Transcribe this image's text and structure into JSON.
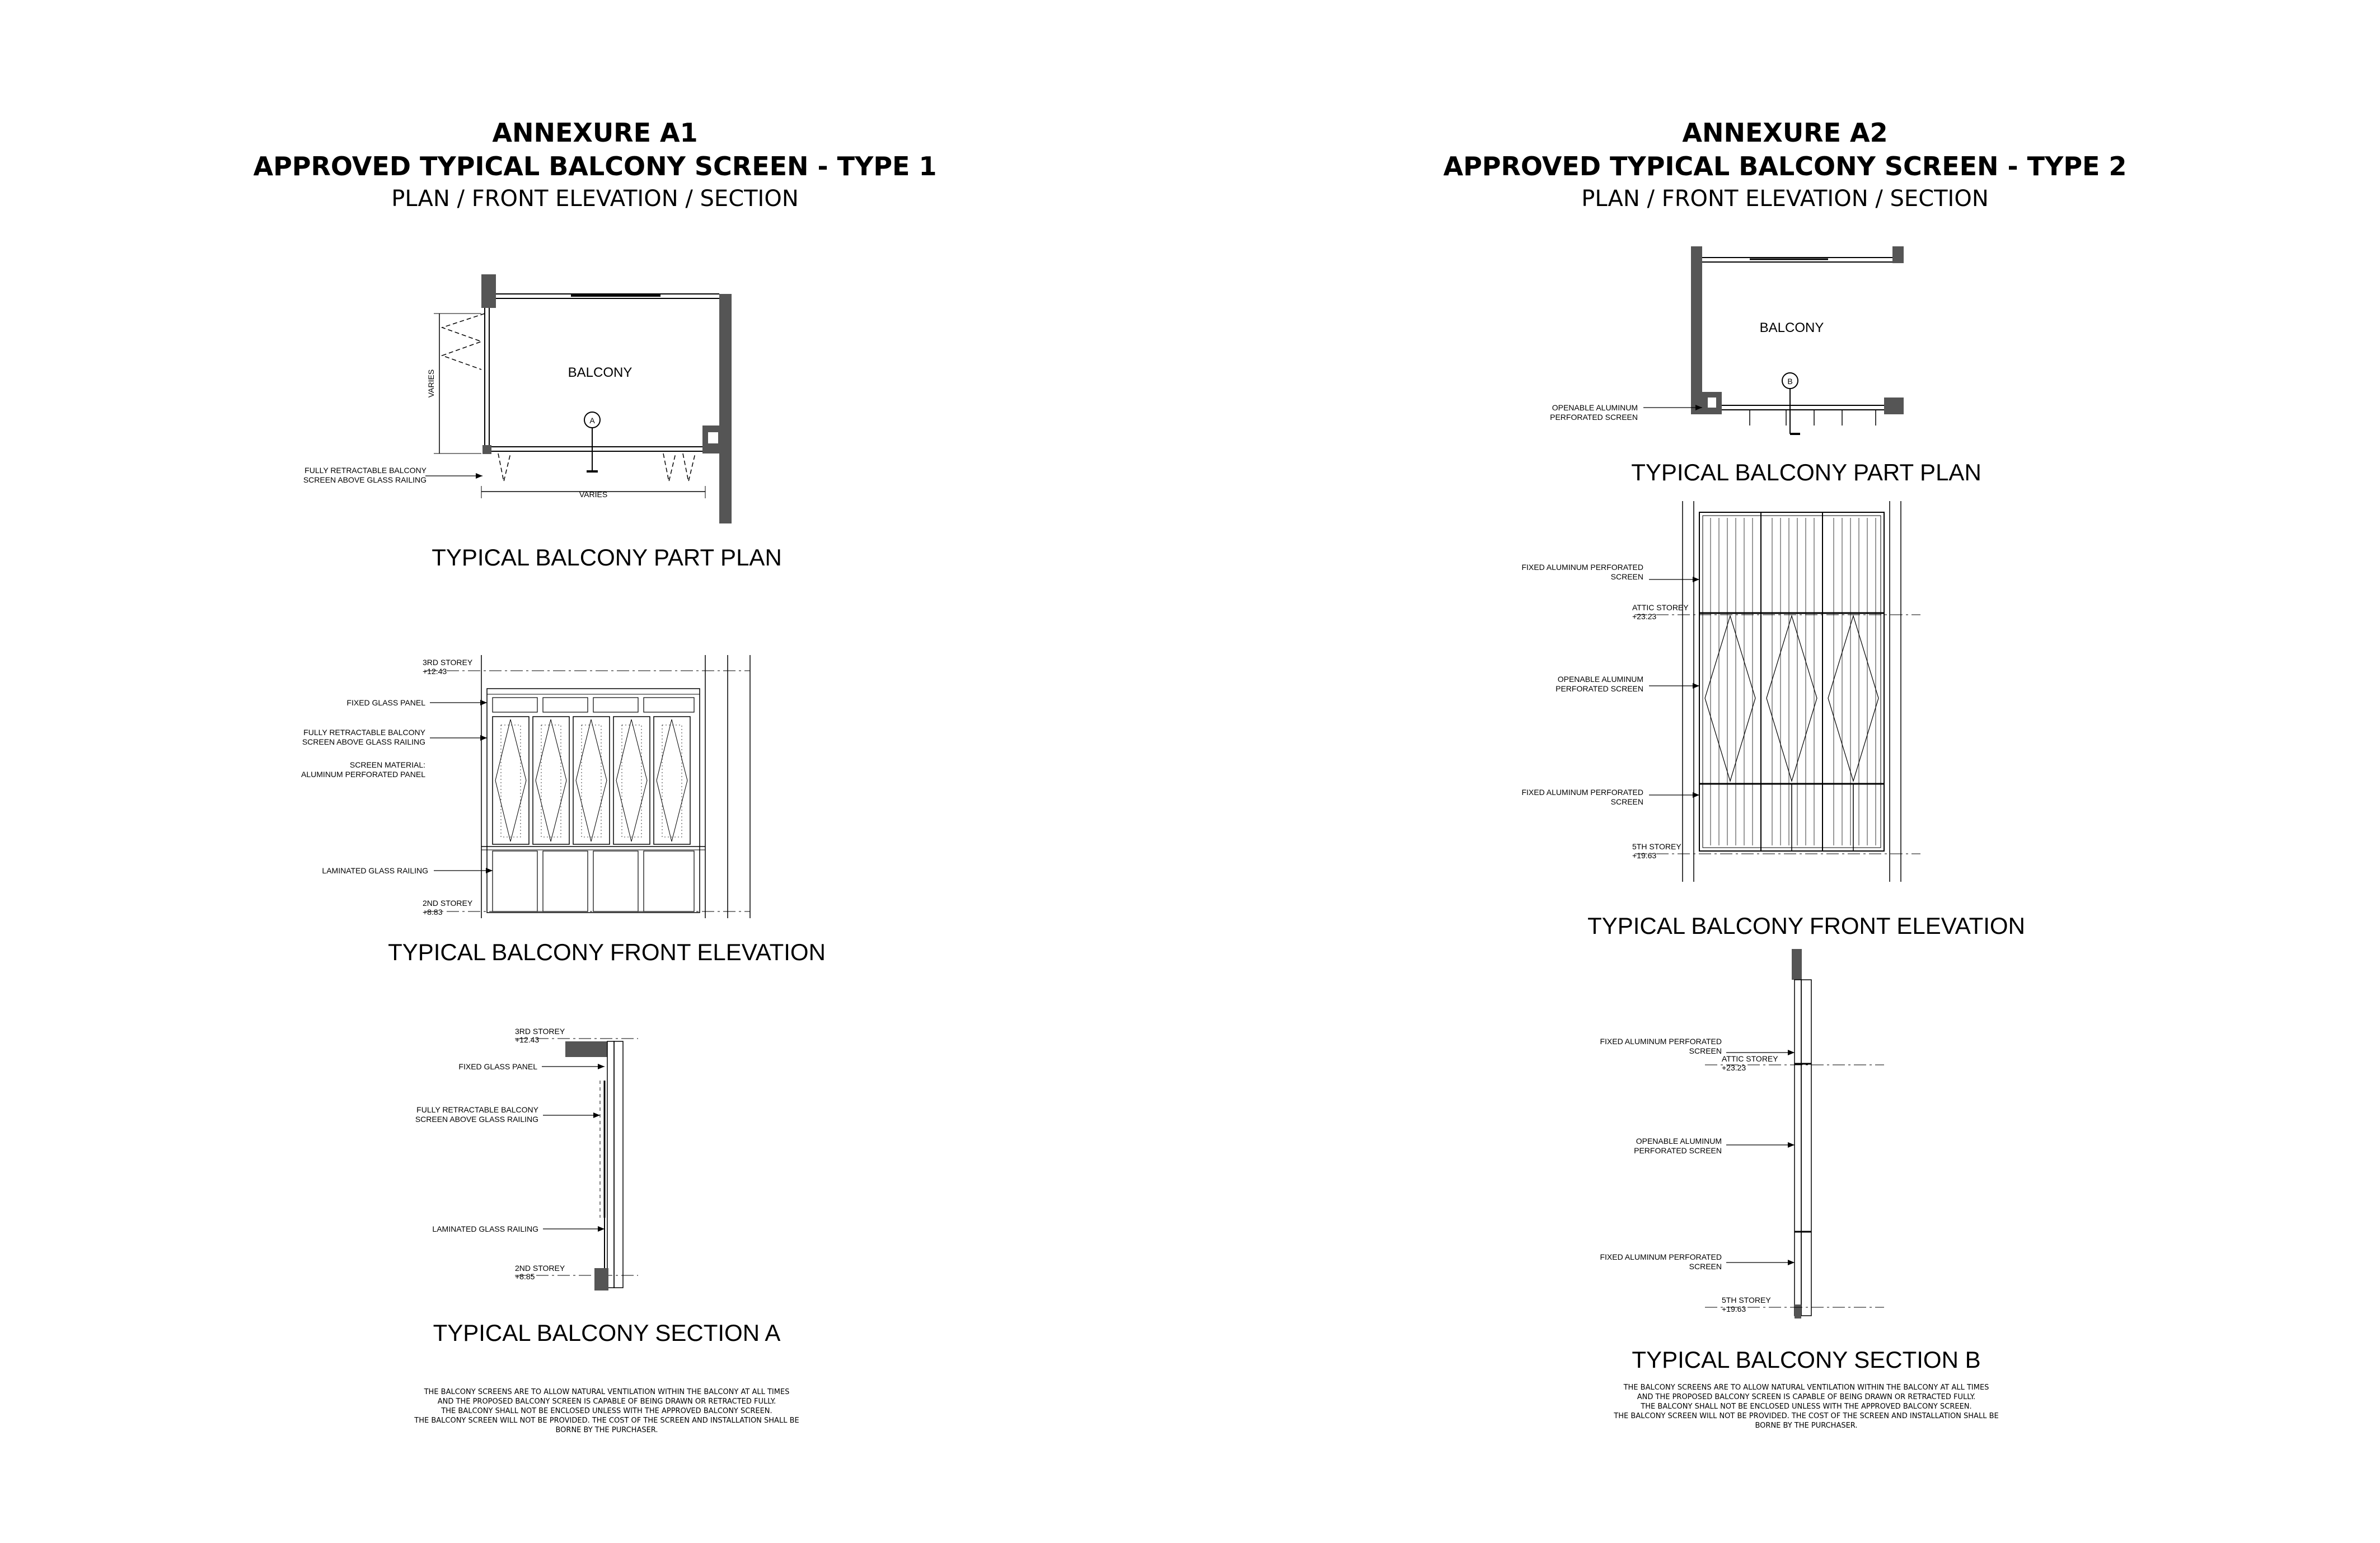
{
  "annexure_a1": {
    "heading": "ANNEXURE A1",
    "title": "APPROVED TYPICAL BALCONY SCREEN - TYPE 1",
    "subtitle": "PLAN / FRONT ELEVATION / SECTION",
    "plan": {
      "caption": "TYPICAL BALCONY PART PLAN",
      "room_label": "BALCONY",
      "section_marker": "A",
      "dim_vertical": "VARIES",
      "dim_horizontal": "VARIES",
      "callout_screen_1": "FULLY RETRACTABLE BALCONY",
      "callout_screen_2": "SCREEN ABOVE GLASS RAILING"
    },
    "elevation": {
      "caption": "TYPICAL BALCONY FRONT ELEVATION",
      "level_top_name": "3RD STOREY",
      "level_top_value": "+12.43",
      "level_bottom_name": "2ND STOREY",
      "level_bottom_value": "+8.83",
      "callout_fixed_glass": "FIXED GLASS PANEL",
      "callout_screen_1": "FULLY RETRACTABLE BALCONY",
      "callout_screen_2": "SCREEN ABOVE GLASS RAILING",
      "callout_material_1": "SCREEN MATERIAL:",
      "callout_material_2": "ALUMINUM PERFORATED PANEL",
      "callout_railing": "LAMINATED GLASS RAILING"
    },
    "section": {
      "caption": "TYPICAL BALCONY SECTION A",
      "level_top_name": "3RD STOREY",
      "level_top_value": "+12.43",
      "level_bottom_name": "2ND STOREY",
      "level_bottom_value": "+8.85",
      "callout_fixed_glass": "FIXED GLASS PANEL",
      "callout_screen_1": "FULLY RETRACTABLE BALCONY",
      "callout_screen_2": "SCREEN ABOVE GLASS RAILING",
      "callout_railing": "LAMINATED GLASS RAILING"
    },
    "note": "THE BALCONY SCREENS ARE TO ALLOW NATURAL VENTILATION WITHIN THE BALCONY AT ALL TIMES\nAND THE PROPOSED BALCONY SCREEN IS CAPABLE OF BEING DRAWN OR RETRACTED FULLY.\nTHE BALCONY SHALL NOT BE ENCLOSED UNLESS WITH THE APPROVED BALCONY SCREEN.\nTHE BALCONY SCREEN WILL NOT BE PROVIDED. THE COST OF THE SCREEN AND INSTALLATION SHALL BE\nBORNE BY THE PURCHASER."
  },
  "annexure_a2": {
    "heading": "ANNEXURE A2",
    "title": "APPROVED TYPICAL BALCONY SCREEN - TYPE 2",
    "subtitle": "PLAN / FRONT ELEVATION / SECTION",
    "plan": {
      "caption": "TYPICAL BALCONY PART PLAN",
      "room_label": "BALCONY",
      "section_marker": "B",
      "callout_screen_1": "OPENABLE ALUMINUM",
      "callout_screen_2": "PERFORATED SCREEN"
    },
    "elevation": {
      "caption": "TYPICAL BALCONY FRONT ELEVATION",
      "level_top_name": "ATTIC STOREY",
      "level_top_value": "+23.23",
      "level_bottom_name": "5TH STOREY",
      "level_bottom_value": "+19.63",
      "callout_fixed_top_1": "FIXED ALUMINUM PERFORATED",
      "callout_fixed_top_2": "SCREEN",
      "callout_openable_1": "OPENABLE ALUMINUM",
      "callout_openable_2": "PERFORATED SCREEN",
      "callout_fixed_bottom_1": "FIXED ALUMINUM PERFORATED",
      "callout_fixed_bottom_2": "SCREEN"
    },
    "section": {
      "caption": "TYPICAL BALCONY SECTION B",
      "level_top_name": "ATTIC STOREY",
      "level_top_value": "+23.23",
      "level_bottom_name": "5TH STOREY",
      "level_bottom_value": "+19.63",
      "callout_fixed_top_1": "FIXED ALUMINUM PERFORATED",
      "callout_fixed_top_2": "SCREEN",
      "callout_openable_1": "OPENABLE ALUMINUM",
      "callout_openable_2": "PERFORATED SCREEN",
      "callout_fixed_bottom_1": "FIXED ALUMINUM PERFORATED",
      "callout_fixed_bottom_2": "SCREEN"
    },
    "note": "THE BALCONY SCREENS ARE TO ALLOW NATURAL VENTILATION WITHIN THE BALCONY AT ALL TIMES\nAND THE PROPOSED BALCONY SCREEN IS CAPABLE OF BEING DRAWN OR RETRACTED FULLY.\nTHE BALCONY SHALL NOT BE ENCLOSED UNLESS WITH THE APPROVED BALCONY SCREEN.\nTHE BALCONY SCREEN WILL NOT BE PROVIDED. THE COST OF THE SCREEN AND INSTALLATION SHALL BE\nBORNE BY THE PURCHASER."
  }
}
